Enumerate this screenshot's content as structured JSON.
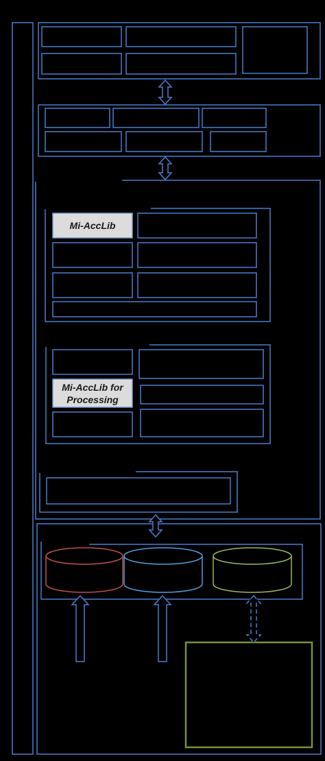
{
  "labels": {
    "acclib": "Mi-AccLib",
    "acclib_processing_line1": "Mi-AccLib for",
    "acclib_processing_line2": "Processing"
  },
  "colors": {
    "background": "#000000",
    "box_stroke": "#4a7fd0",
    "label_fill": "#dcdcdc",
    "label_stroke": "#7a9cc8",
    "label_text": "#1a1a1a",
    "db_red": "#c0504d",
    "db_blue": "#4aa3df",
    "db_green": "#9bbb59",
    "source_box": "#77933c",
    "arrow_fill": "#000000",
    "arrow_stroke": "#4a7fd0"
  }
}
